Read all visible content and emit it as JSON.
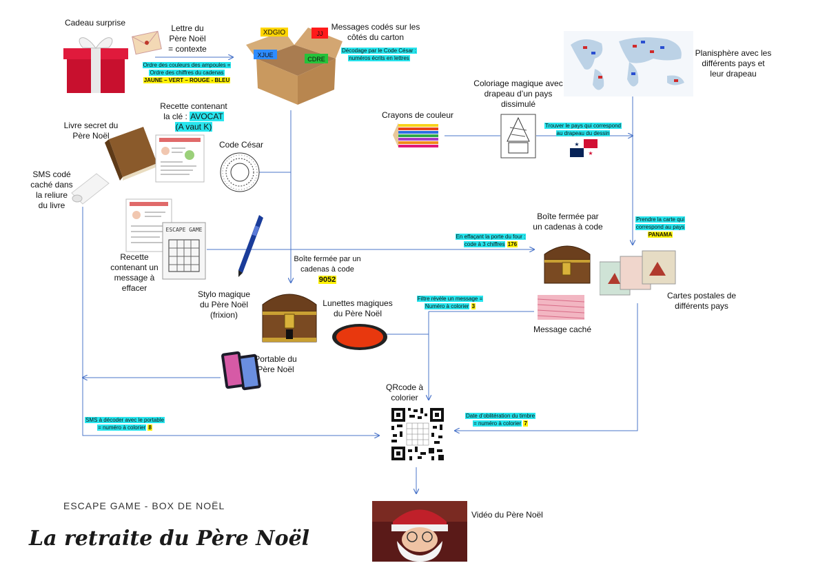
{
  "header": {
    "subtitle": "ESCAPE GAME - BOX DE NOËL",
    "title": "La retraite du Père Noël"
  },
  "nodes": {
    "cadeau": "Cadeau surprise",
    "lettre": [
      "Lettre du",
      "Père Noël",
      "= contexte"
    ],
    "messages": [
      "Messages codés sur les",
      "côtés du carton"
    ],
    "box_labels": [
      "XDGIO",
      "JJ",
      "XJUE",
      "CDRE"
    ],
    "planisphere": [
      "Planisphère avec les",
      "différents pays et",
      "leur drapeau"
    ],
    "coloriage": [
      "Coloriage magique avec",
      "drapeau d’un pays",
      "dissimulé"
    ],
    "crayons": "Crayons de couleur",
    "recette_cle": [
      "Recette contenant",
      "la clé :",
      "AVOCAT",
      "(A vaut K)"
    ],
    "livre": [
      "Livre secret du",
      "Père Noël"
    ],
    "code_cesar": "Code César",
    "sms": [
      "SMS codé",
      "caché dans",
      "la reliure",
      "du livre"
    ],
    "boite_code_right": [
      "Boîte fermée par",
      "un cadenas à code"
    ],
    "recette_effacer": [
      "Recette",
      "contenant un",
      "message à",
      "effacer"
    ],
    "stylo": [
      "Stylo magique",
      "du Père Noël",
      "(frixion)"
    ],
    "boite_9052_line1": "Boîte fermée par un",
    "boite_9052_line2": "cadenas à code",
    "boite_9052_code": "9052",
    "lunettes": [
      "Lunettes magiques",
      "du Père Noël"
    ],
    "message_cache": "Message caché",
    "cartes": [
      "Cartes postales de",
      "différents pays"
    ],
    "portable": [
      "Portable du",
      "Père Noël"
    ],
    "qrcode": [
      "QRcode à",
      "colorier"
    ],
    "video": "Vidéo du Père Noël"
  },
  "notes": {
    "ampoules": [
      "Ordre des couleurs des ampoules =",
      "Ordre des chiffres du cadenas"
    ],
    "ampoules_colors": "JAUNE – VERT – ROUGE - BLEU",
    "decodage": [
      "Décodage par le Code César :",
      "numéros écrits en lettres"
    ],
    "trouver": [
      "Trouver le pays qui correspond",
      "au drapeau du dessin"
    ],
    "prendre": [
      "Prendre la carte qui",
      "correspond au pays"
    ],
    "prendre_country": "PANAMA",
    "effacant": [
      "En effaçant la porte du four :",
      "code à 3 chiffres"
    ],
    "effacant_code": "176",
    "filtre": [
      "Filtre révèle un message =",
      "Numéro à colorier"
    ],
    "filtre_num": "3",
    "timbre": [
      "Date d’oblitération du timbre",
      "= numéro à colorier"
    ],
    "timbre_num": "7",
    "sms_note": [
      "SMS à décoder avec le portable",
      "= numéro à colorier"
    ],
    "sms_num": "8"
  },
  "colors": {
    "arrow": "#4a74c9",
    "highlight_cyan": "#27e5ee",
    "highlight_yellow": "#fff200"
  }
}
